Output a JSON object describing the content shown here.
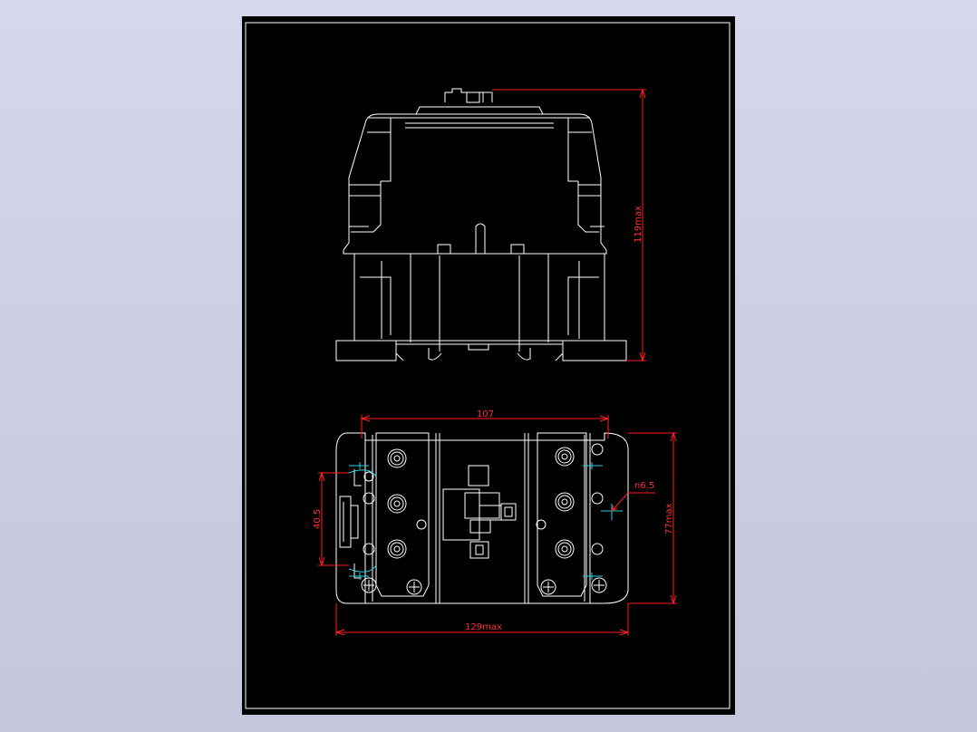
{
  "drawing": {
    "background": "#000000",
    "line_color": "#ffffff",
    "dimension_color": "#ff2020",
    "centerline_color": "#22d3e0"
  },
  "dimensions": {
    "height_max": "119max",
    "width": "107",
    "depth_max": "77max",
    "overall_width_max": "129max",
    "mount_spacing": "40.5",
    "hole_diameter": "n6.5"
  }
}
